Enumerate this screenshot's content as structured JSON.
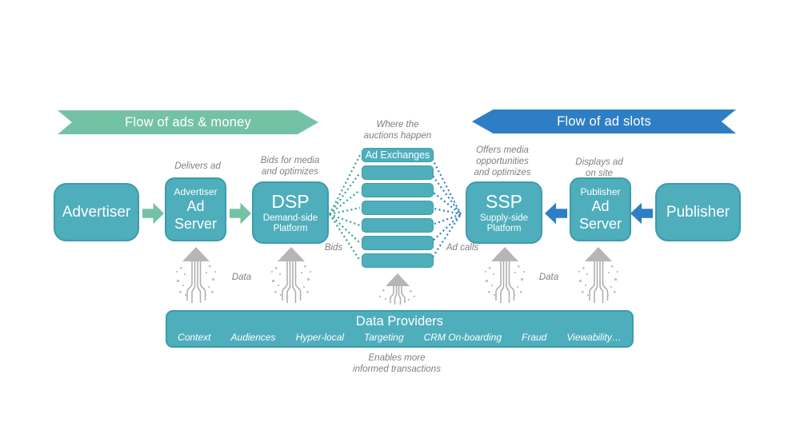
{
  "banners": {
    "left": {
      "label": "Flow of ads & money",
      "color": "#74C2A6"
    },
    "right": {
      "label": "Flow of ad slots",
      "color": "#2E7EC5"
    }
  },
  "nodes": {
    "advertiser": {
      "title": "Advertiser"
    },
    "advertiser_ad_server": {
      "subtitle": "Advertiser",
      "main": "Ad\nServer"
    },
    "dsp": {
      "title": "DSP",
      "subtitle": "Demand-side\nPlatform"
    },
    "ad_exchanges": {
      "label": "Ad Exchanges",
      "bar_count": 7
    },
    "ssp": {
      "title": "SSP",
      "subtitle": "Supply-side\nPlatform"
    },
    "publisher_ad_server": {
      "subtitle": "Publisher",
      "main": "Ad\nServer"
    },
    "publisher": {
      "title": "Publisher"
    }
  },
  "annotations": {
    "delivers_ad": "Delivers ad",
    "bids_for_media": "Bids for media\nand optimizes",
    "where_auctions": "Where the\nauctions happen",
    "offers_media": "Offers media\nopportunities\nand  optimizes",
    "displays_ad": "Displays ad\non site",
    "bids": "Bids",
    "ad_calls": "Ad calls",
    "data_left": "Data",
    "data_right": "Data",
    "enables": "Enables more\ninformed transactions"
  },
  "data_providers": {
    "title": "Data Providers",
    "items": [
      "Context",
      "Audiences",
      "Hyper-local",
      "Targeting",
      "CRM On-boarding",
      "Fraud",
      "Viewability…"
    ]
  },
  "colors": {
    "teal": "#4FAEBC",
    "teal_border": "#3B9CAD",
    "green": "#74C2A6",
    "blue": "#2E7EC5",
    "gray_text": "#7F7F7F",
    "dotted_green": "#3BA08D",
    "dotted_blue": "#2E7EC5",
    "arrow_gray": "#B6B6B6"
  }
}
